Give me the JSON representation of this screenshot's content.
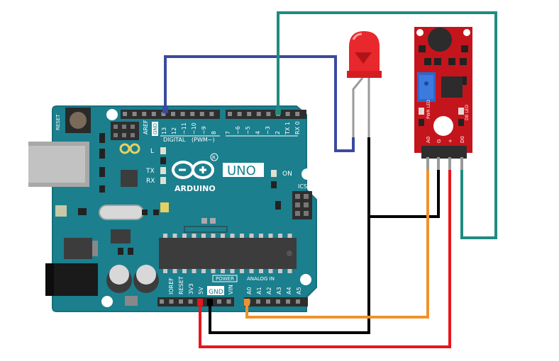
{
  "board": {
    "reset_label": "RESET",
    "aref_label": "AREF",
    "gnd_top_label": "GND",
    "digital_pins": [
      "13",
      "12",
      "~11",
      "~10",
      "~9",
      "8",
      "7",
      "~6",
      "~5",
      "4",
      "~3",
      "2",
      "TX 1",
      "RX 0"
    ],
    "digital_label": "DIGITAL",
    "pwm_label": "(PWM~)",
    "led_l_label": "L",
    "tx_label": "TX",
    "rx_label": "RX",
    "logo_text": "ARDUINO",
    "model_text": "UNO",
    "registered_mark": "R",
    "on_label": "ON",
    "icsp_label": "ICSP",
    "power_header_label": "POWER",
    "analog_header_label": "ANALOG IN",
    "power_pins": [
      "IOREF",
      "RESET",
      "3V3",
      "5V",
      "GND",
      "VIN"
    ],
    "analog_pins": [
      "A0",
      "A1",
      "A2",
      "A3",
      "A4",
      "A5"
    ]
  },
  "sensor": {
    "pin_labels": [
      "A0",
      "G",
      "+",
      "D0"
    ],
    "pwr_led_label": "PWR LED",
    "d0_led_label": "D0 LED"
  },
  "wires": [
    {
      "name": "pin13-to-led",
      "color": "#3a4aa0"
    },
    {
      "name": "pin2-to-sensor-d0",
      "color": "#1f8c80"
    },
    {
      "name": "ground",
      "color": "#000000"
    },
    {
      "name": "analog-a0",
      "color": "#f0922b"
    },
    {
      "name": "5v-power",
      "color": "#e8161c"
    }
  ],
  "colors": {
    "board": "#1b7f8e",
    "board_dark": "#156c78",
    "sensor_board": "#c4151d",
    "led_body": "#e8282c",
    "header": "#2e2e2e",
    "chip": "#3c3c3c"
  }
}
